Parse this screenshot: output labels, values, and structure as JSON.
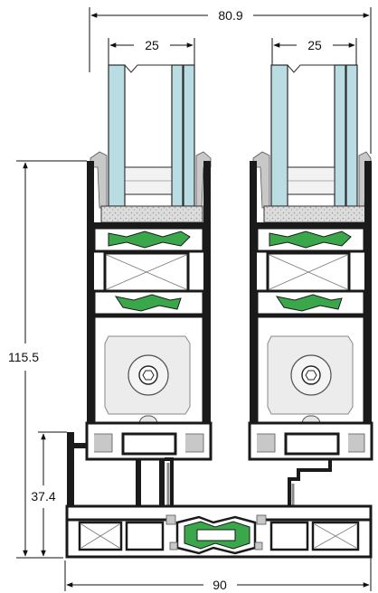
{
  "dimensions": {
    "overall_top_width": "80.9",
    "glass_left": "25",
    "glass_right": "25",
    "frame_height": "115.5",
    "sill_height": "37.4",
    "overall_bottom_width": "90"
  },
  "colors": {
    "aluminium": "#1a1a1a",
    "thermal_break": "#3aa84a",
    "glass": "#b9dde2",
    "gasket": "#c8c8c8",
    "insulation_fill": "#e9e9e9"
  }
}
